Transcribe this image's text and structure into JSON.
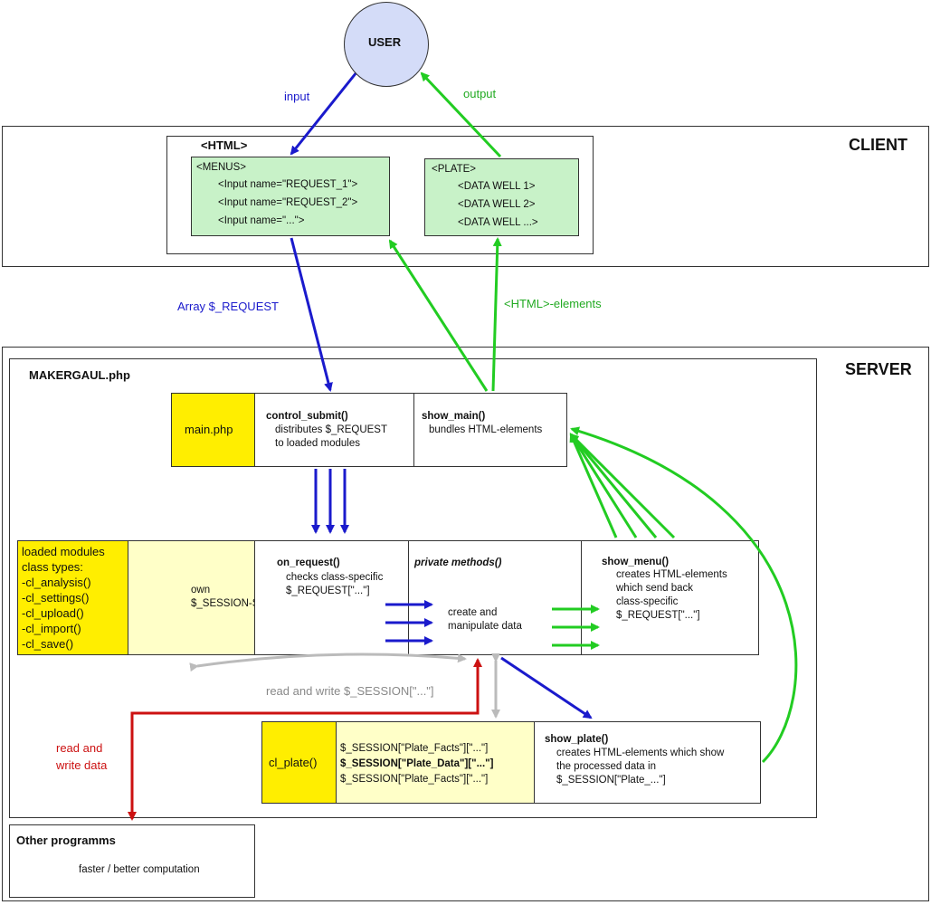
{
  "user": {
    "label": "USER"
  },
  "arrows": {
    "input": "input",
    "output": "output",
    "array_request": "Array $_REQUEST",
    "html_elements": "<HTML>-elements",
    "read_write_session": "read and write $_SESSION[\"...\"]",
    "read_write_data_1": "read and",
    "read_write_data_2": "write data"
  },
  "client": {
    "title": "CLIENT",
    "html_label": "<HTML>",
    "menus": {
      "title": "<MENUS>",
      "lines": [
        "<Input name=\"REQUEST_1\">",
        "<Input name=\"REQUEST_2\">",
        "<Input name=\"...\">"
      ]
    },
    "plate": {
      "title": "<PLATE>",
      "lines": [
        "<DATA WELL 1>",
        "<DATA WELL 2>",
        "<DATA WELL ...>"
      ]
    }
  },
  "server": {
    "title": "SERVER",
    "file_label": "MAKERGAUL.php",
    "main_php": "main.php",
    "control_submit": {
      "title": "control_submit()",
      "lines": [
        "distributes $_REQUEST",
        "to loaded modules"
      ]
    },
    "show_main": {
      "title": "show_main()",
      "lines": [
        "bundles HTML-elements"
      ]
    },
    "modules": {
      "lines": [
        "loaded modules",
        "class types:",
        "-cl_analysis()",
        "-cl_settings()",
        "-cl_upload()",
        "-cl_import()",
        "-cl_save()"
      ]
    },
    "own_session": {
      "lines": [
        "own",
        "$_SESSION-Subarrays"
      ]
    },
    "on_request": {
      "title": "on_request()",
      "lines": [
        "checks class-specific",
        "$_REQUEST[\"...\"]"
      ]
    },
    "private_methods": {
      "title": "private methods()",
      "lines": [
        "create and",
        "manipulate data"
      ]
    },
    "show_menu": {
      "title": "show_menu()",
      "lines": [
        "creates HTML-elements",
        "which send back",
        "class-specific",
        "$_REQUEST[\"...\"]"
      ]
    },
    "cl_plate": "cl_plate()",
    "plate_session": {
      "lines": [
        "$_SESSION[\"Plate_Facts\"][\"...\"]",
        "$_SESSION[\"Plate_Data\"][\"...\"]",
        "$_SESSION[\"Plate_Facts\"][\"...\"]"
      ]
    },
    "show_plate": {
      "title": "show_plate()",
      "lines": [
        "creates HTML-elements which show",
        "the processed data in",
        "$_SESSION[\"Plate_...\"]"
      ]
    }
  },
  "other": {
    "title": "Other programms",
    "desc": "faster / better computation"
  },
  "colors": {
    "blue": "#1a1acc",
    "green": "#22cc22",
    "red": "#cc1111",
    "gray": "#bbbbbb",
    "yellow": "#ffee00",
    "pale_yellow": "#ffffc8",
    "light_green": "#c8f2c8",
    "user_fill": "#d4dcf8"
  }
}
